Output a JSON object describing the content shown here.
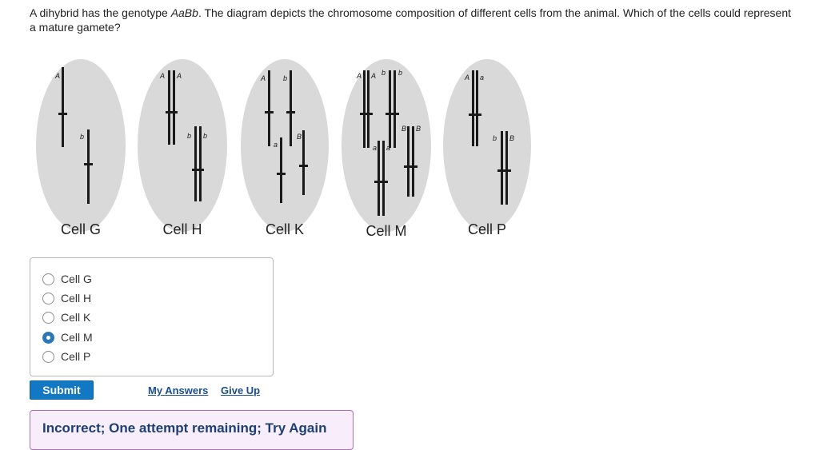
{
  "question": {
    "prefix": "A dihybrid has the genotype ",
    "genotype": "AaBb",
    "suffix": ". The diagram depicts the chromosome composition of different cells from the animal. Which of the cells could represent a mature gamete?"
  },
  "cells": [
    {
      "label": "Cell G",
      "alleles": [
        "A",
        "b"
      ]
    },
    {
      "label": "Cell H",
      "alleles": [
        "A",
        "A",
        "b",
        "b"
      ]
    },
    {
      "label": "Cell K",
      "alleles": [
        "A",
        "b",
        "a",
        "B"
      ]
    },
    {
      "label": "Cell M",
      "alleles": [
        "A",
        "A",
        "b",
        "b",
        "a",
        "a",
        "B",
        "B"
      ]
    },
    {
      "label": "Cell P",
      "alleles": [
        "A",
        "a",
        "b",
        "B"
      ]
    }
  ],
  "choices": [
    {
      "label": "Cell G",
      "selected": false
    },
    {
      "label": "Cell H",
      "selected": false
    },
    {
      "label": "Cell K",
      "selected": false
    },
    {
      "label": "Cell M",
      "selected": true
    },
    {
      "label": "Cell P",
      "selected": false
    }
  ],
  "actions": {
    "submit_label": "Submit",
    "my_answers_label": "My Answers",
    "give_up_label": "Give Up"
  },
  "feedback": {
    "text": "Incorrect; One attempt remaining; Try Again"
  },
  "colors": {
    "cell_fill": "#d9d9d9",
    "chromosome": "#1a1a1a",
    "submit_bg": "#1278c4",
    "link": "#1a4f8f",
    "feedback_border": "#b06bc4",
    "feedback_bg": "#f8eefb",
    "feedback_text": "#1d3f73",
    "radio_selected": "#2d77b9"
  }
}
